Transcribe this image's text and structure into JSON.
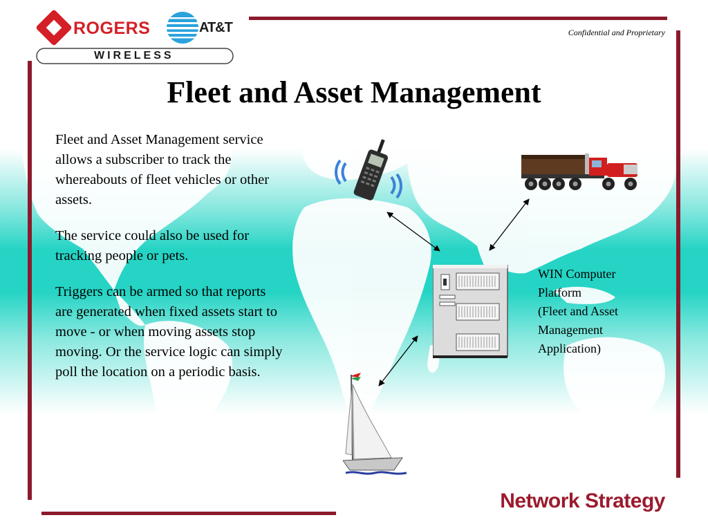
{
  "header": {
    "logo": {
      "rogers": "ROGERS",
      "att": "AT&T",
      "wireless": "WIRELESS"
    },
    "confidential": "Confidential and Proprietary"
  },
  "slide": {
    "title": "Fleet and Asset Management",
    "paragraphs": [
      "Fleet and Asset Management service allows a subscriber to track the whereabouts of fleet vehicles or other assets.",
      "The service could also be used for tracking people or pets.",
      "Triggers can be armed so that reports are generated when fixed assets start to move - or when moving assets stop moving.  Or the service logic can simply poll the location on a periodic basis."
    ],
    "server_label": [
      "WIN Computer",
      "Platform",
      "(Fleet and Asset",
      "Management",
      "Application)"
    ]
  },
  "footer": {
    "text": "Network Strategy"
  },
  "clipart": [
    "mobile-phone-icon",
    "truck-icon",
    "server-icon",
    "sailboat-icon"
  ],
  "colors": {
    "accent": "#8c1a2c",
    "footer": "#9b1b2e",
    "band": "#1fd1c1"
  }
}
